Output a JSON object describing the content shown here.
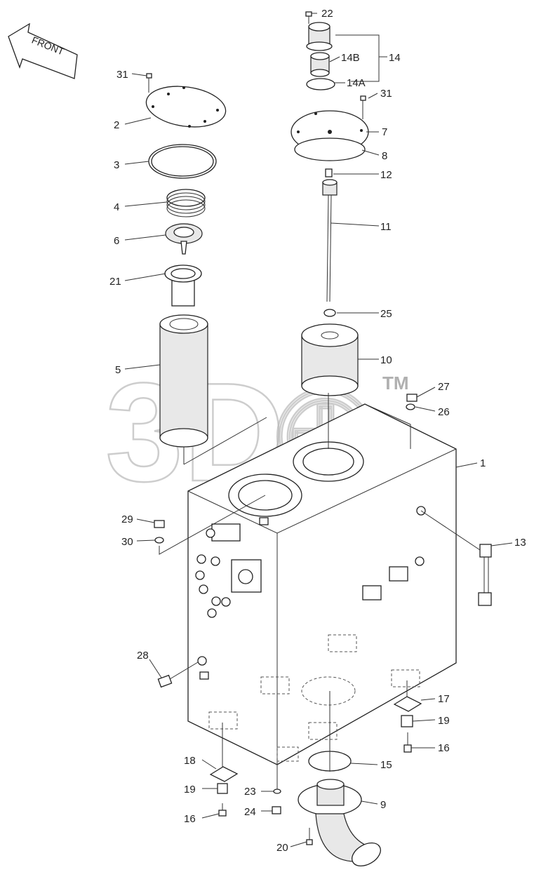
{
  "watermark": {
    "text": "3D",
    "symbol": "TM"
  },
  "direction_arrow": {
    "label": "FRONT"
  },
  "colors": {
    "line": "#222222",
    "watermark": "#b8b8b8",
    "background": "#ffffff"
  },
  "callouts": {
    "p1": "1",
    "p2": "2",
    "p3": "3",
    "p4": "4",
    "p5": "5",
    "p6": "6",
    "p7": "7",
    "p8": "8",
    "p9": "9",
    "p10": "10",
    "p11": "11",
    "p12": "12",
    "p13": "13",
    "p14": "14",
    "p14a": "14A",
    "p14b": "14B",
    "p15": "15",
    "p16a": "16",
    "p16b": "16",
    "p17": "17",
    "p18": "18",
    "p19a": "19",
    "p19b": "19",
    "p20": "20",
    "p21": "21",
    "p22": "22",
    "p23": "23",
    "p24": "24",
    "p25": "25",
    "p26": "26",
    "p27": "27",
    "p28": "28",
    "p29": "29",
    "p30": "30",
    "p31a": "31",
    "p31b": "31"
  }
}
